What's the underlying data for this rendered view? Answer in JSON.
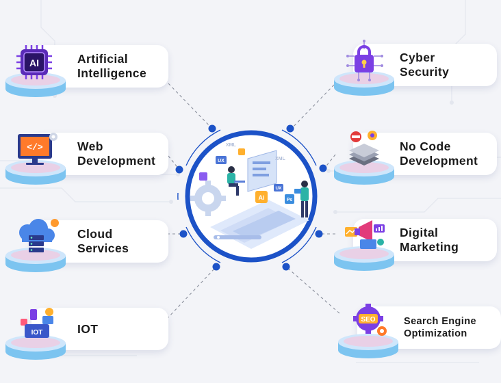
{
  "services": {
    "ai": {
      "label": "Artificial\nIntelligence",
      "icon": "ai-chip-icon",
      "badge": "AI"
    },
    "web": {
      "label": "Web\nDevelopment",
      "icon": "web-monitor-icon",
      "code": "</>"
    },
    "cloud": {
      "label": "Cloud\nServices",
      "icon": "cloud-server-icon"
    },
    "iot": {
      "label": "IOT",
      "icon": "iot-devices-icon",
      "badge": "IOT"
    },
    "cyber": {
      "label": "Cyber\nSecurity",
      "icon": "padlock-circuit-icon"
    },
    "nocode": {
      "label": "No Code\nDevelopment",
      "icon": "no-code-layers-icon"
    },
    "marketing": {
      "label": "Digital\nMarketing",
      "icon": "megaphone-charts-icon"
    },
    "seo": {
      "label": "Search Engine\nOptimization",
      "icon": "seo-gear-icon",
      "badge": "SEO"
    }
  },
  "hub": {
    "icon": "developers-isometric-icon",
    "tags": [
      "UX",
      "AI",
      "Ps",
      "UX",
      "XML",
      "XML"
    ]
  },
  "colors": {
    "ring": "#1c52c7",
    "node": "#1c52c7",
    "pedestal_top": "#cfe6fb",
    "pedestal_side": "#7cc4f0",
    "pink_glow": "#f3c6dd",
    "connector": "#8a8f9c"
  }
}
